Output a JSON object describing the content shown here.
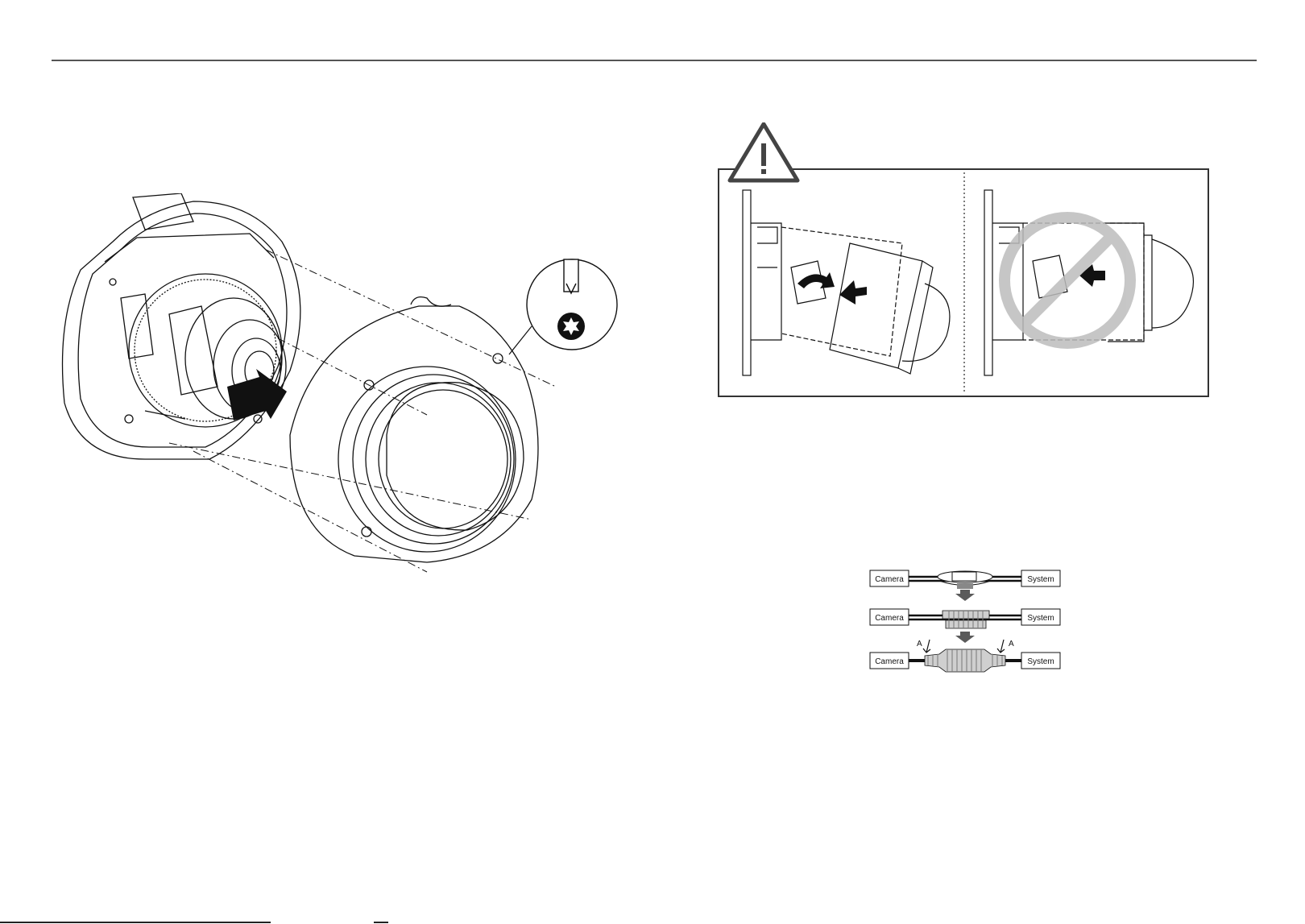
{
  "cable_diagram": {
    "rows": [
      {
        "left": "Camera",
        "right": "System"
      },
      {
        "left": "Camera",
        "right": "System"
      },
      {
        "left": "Camera",
        "right": "System"
      }
    ],
    "marker_left": "A",
    "marker_right": "A"
  },
  "icons": {
    "warning": "warning-triangle-icon",
    "prohibited": "prohibited-icon",
    "torx": "torx-bit-icon"
  },
  "colors": {
    "line": "#111111",
    "prohibited_gray": "#bdbdbd",
    "arrow_gray": "#5a5a5a"
  }
}
